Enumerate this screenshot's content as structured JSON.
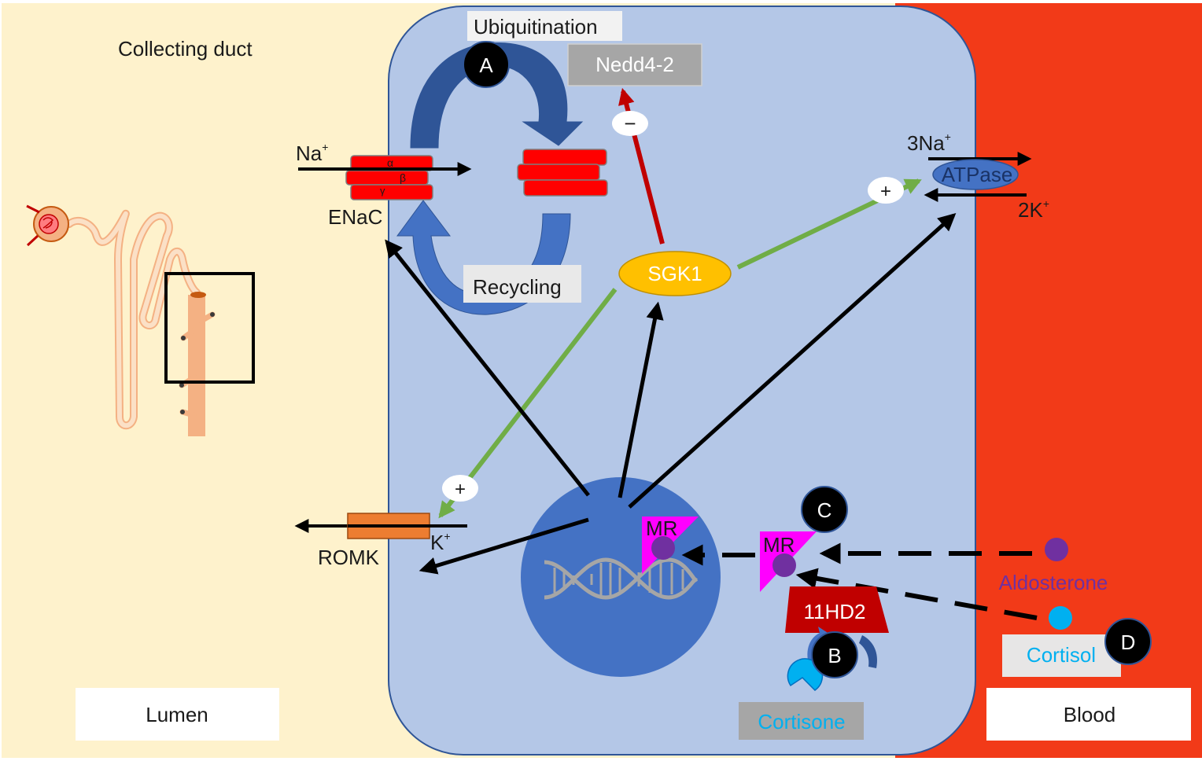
{
  "labels": {
    "collecting_duct": "Collecting duct",
    "ubiquitination": "Ubiquitination",
    "nedd4_2": "Nedd4-2",
    "recycling": "Recycling",
    "sgk1": "SGK1",
    "na": "Na",
    "sup_plus": "+",
    "enac": "ENaC",
    "alpha": "α",
    "beta": "β",
    "gamma": "γ",
    "na3": "3Na",
    "atpase": "ATPase",
    "k2": "2K",
    "romk": "ROMK",
    "k": "K",
    "mr": "MR",
    "hd2": "11HD2",
    "aldosterone": "Aldosterone",
    "cortisol": "Cortisol",
    "cortisone": "Cortisone",
    "lumen": "Lumen",
    "blood": "Blood",
    "plus": "+",
    "minus": "−"
  },
  "markers": {
    "a": "A",
    "b": "B",
    "c": "C",
    "d": "D"
  },
  "colors": {
    "lumen_bg": "#fef2cc",
    "blood_bg": "#f23a18",
    "cell_bg": "#b4c7e7",
    "cell_border": "#2f5597",
    "nucleus": "#4472c4",
    "channel_red": "#ff0000",
    "sgk1": "#ffc000",
    "mr": "#ff00ff",
    "ligand_purple": "#7030a0",
    "cortisol_blue": "#00b0f0",
    "hd2_red": "#c00000",
    "romk_orange": "#ed7d31",
    "green_arrow": "#70ad47",
    "dark_red_arrow": "#c00000",
    "grey_box": "#a6a6a6"
  },
  "icons": [
    "nephron-icon",
    "dna-icon",
    "enac-channel-icon",
    "romk-channel-icon",
    "mr-receptor-icon"
  ]
}
